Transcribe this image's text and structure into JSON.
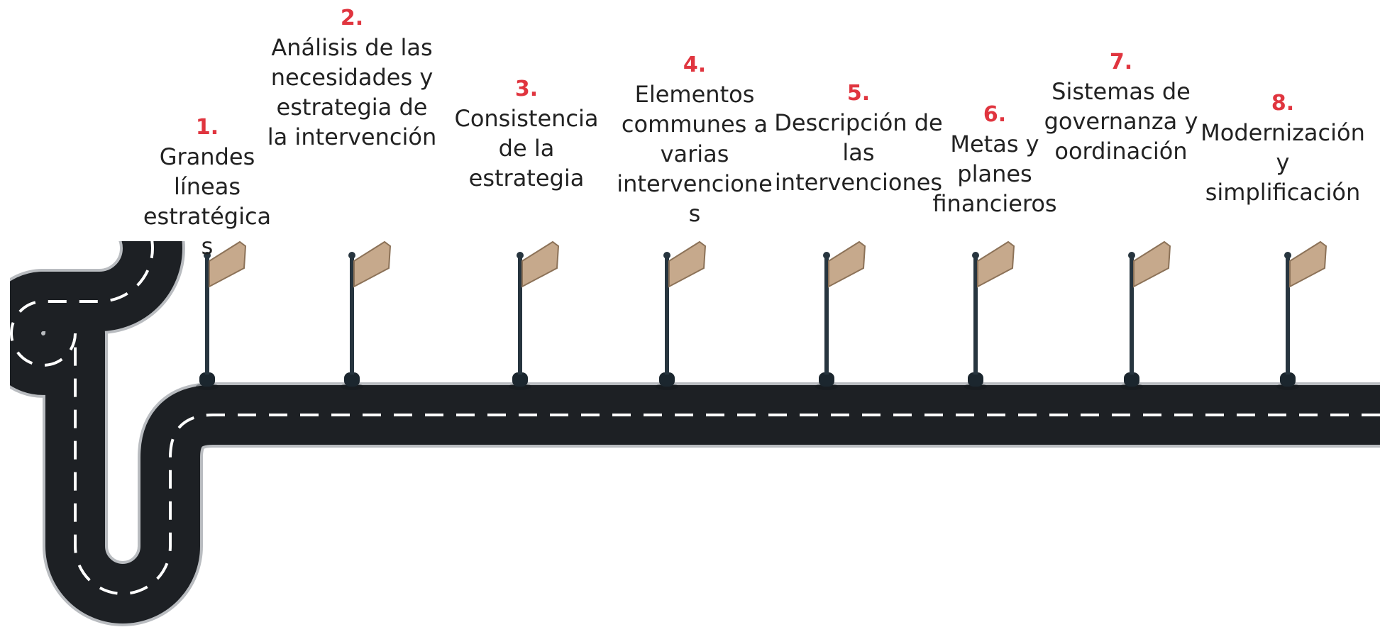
{
  "colors": {
    "accent": "#e0353f",
    "text": "#222222",
    "road": "#1d2024",
    "road_edge": "#b9bcc0",
    "lane_marking": "#ffffff",
    "pole": "#27353f",
    "sign": "#c6a98c"
  },
  "steps": [
    {
      "number": "1.",
      "label": "Grandes\nlíneas\nestratégica\ns"
    },
    {
      "number": "2.",
      "label": "Análisis de las\nnecesidades y\nestrategia de\nla intervención"
    },
    {
      "number": "3.",
      "label": "Consistencia\nde la\nestrategia"
    },
    {
      "number": "4.",
      "label": "Elementos\ncommunes a\nvarias\nintervencione\ns"
    },
    {
      "number": "5.",
      "label": "Descripción de\nlas\nintervenciones"
    },
    {
      "number": "6.",
      "label": "Metas y\nplanes\nfinancieros"
    },
    {
      "number": "7.",
      "label": "Sistemas de\ngovernanza y\noordinación"
    },
    {
      "number": "8.",
      "label": "Modernización\ny\nsimplificación"
    }
  ]
}
